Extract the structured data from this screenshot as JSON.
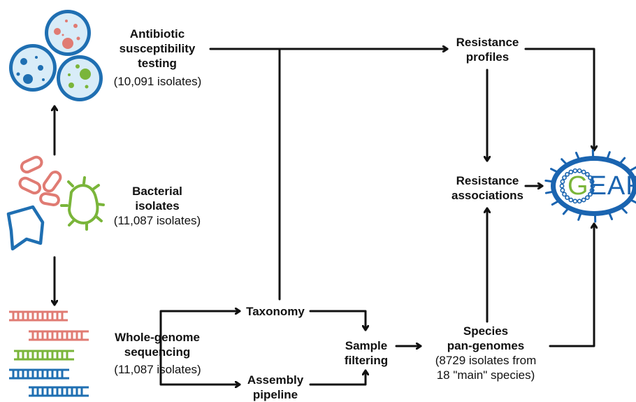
{
  "nodes": {
    "ast": {
      "title_lines": [
        "Antibiotic",
        "susceptibility",
        "testing"
      ],
      "count": "(10,091 isolates)"
    },
    "isolates": {
      "title_lines": [
        "Bacterial",
        "isolates"
      ],
      "count": "(11,087 isolates)"
    },
    "wgs": {
      "title_lines": [
        "Whole-genome",
        "sequencing"
      ],
      "count": "(11,087 isolates)"
    },
    "taxonomy": {
      "title": "Taxonomy"
    },
    "assembly": {
      "title_lines": [
        "Assembly",
        "pipeline"
      ]
    },
    "sample_filtering": {
      "title_lines": [
        "Sample",
        "filtering"
      ]
    },
    "pangenomes": {
      "title_lines": [
        "Species",
        "pan-genomes"
      ],
      "note_lines": [
        "(8729 isolates from",
        "18 \"main\" species)"
      ]
    },
    "resistance_profiles": {
      "title_lines": [
        "Resistance",
        "profiles"
      ]
    },
    "resistance_associations": {
      "title_lines": [
        "Resistance",
        "associations"
      ]
    }
  },
  "logo": {
    "letter_g": "G",
    "letters_rest": "EAR"
  },
  "colors": {
    "arrow": "#111111",
    "dish_rim": "#1f6fb2",
    "dish_fill": "#d8ecf8",
    "red": "#e07b73",
    "blue": "#1f6fb2",
    "green": "#7ab53a",
    "logo_blue": "#1a64b0",
    "logo_green": "#7ab53a"
  }
}
